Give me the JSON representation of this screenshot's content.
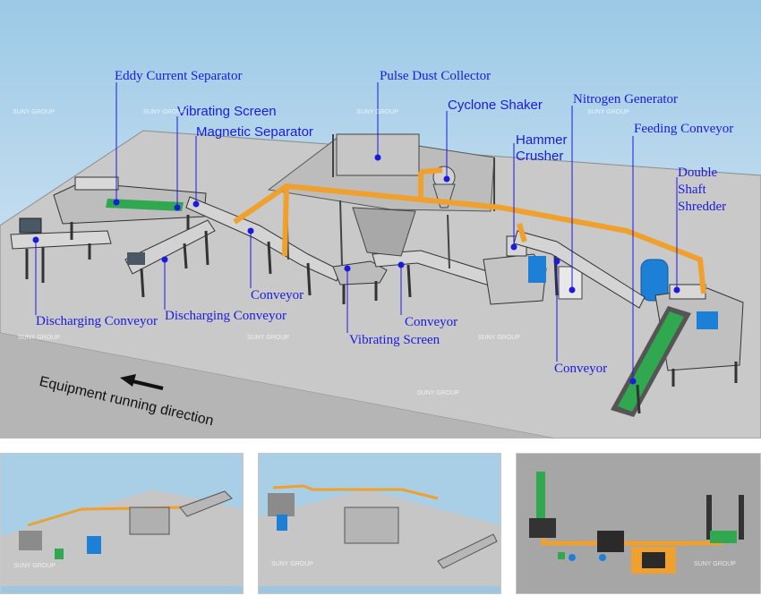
{
  "labels": {
    "eddy_current_separator": "Eddy Current Separator",
    "vibrating_screen_top": "Vibrating Screen",
    "magnetic_separator": "Magnetic Separator",
    "pulse_dust_collector": "Pulse Dust Collector",
    "cyclone_shaker": "Cyclone Shaker",
    "nitrogen_generator": "Nitrogen Generator",
    "hammer_crusher_line1": "Hammer",
    "hammer_crusher_line2": "Crusher",
    "feeding_conveyor": "Feeding Conveyor",
    "double_shaft_shredder_line1": "Double",
    "double_shaft_shredder_line2": "Shaft",
    "double_shaft_shredder_line3": "Shredder",
    "conveyor_left": "Conveyor",
    "conveyor_middle": "Conveyor",
    "conveyor_right": "Conveyor",
    "discharging_conveyor_left": "Discharging Conveyor",
    "discharging_conveyor_middle": "Discharging Conveyor",
    "vibrating_screen_bottom": "Vibrating Screen"
  },
  "direction_text": "Equipment running direction",
  "watermark": "SUNY GROUP",
  "colors": {
    "label": "#1a1ae0",
    "pipe": "#f0a02c",
    "conveyor_belt": "#2fa84f",
    "motor": "#1e7fd6",
    "frame": "#3b3b3b",
    "floor": "#c9c9c9"
  }
}
